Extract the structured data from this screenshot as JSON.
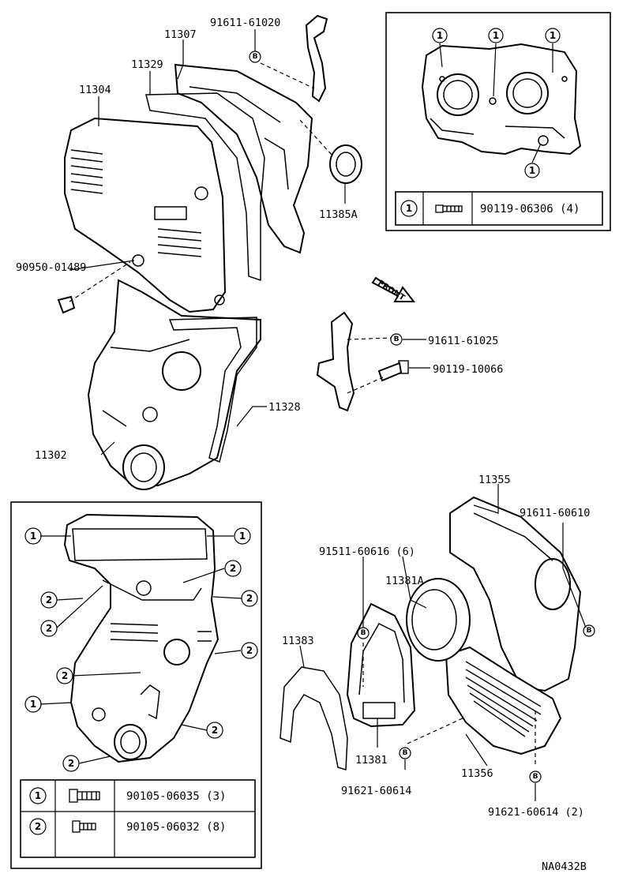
{
  "diagram_id": "NA0432B",
  "callouts": {
    "p11307": "11307",
    "p91611_61020": "91611-61020",
    "p11329": "11329",
    "p11304": "11304",
    "p11385A": "11385A",
    "p90950_01489": "90950-01489",
    "front": "FRONT",
    "p91611_61025": "91611-61025",
    "p90119_10066": "90119-10066",
    "p11328": "11328",
    "p11302": "11302",
    "p11355": "11355",
    "p91611_60610": "91611-60610",
    "p91511_60616": "91511-60616 (6)",
    "p11381A": "11381A",
    "p11383": "11383",
    "p11381": "11381",
    "p11356": "11356",
    "p91621_60614": "91621-60614",
    "p91621_60614_2": "91621-60614 (2)"
  },
  "markers": {
    "b": "B",
    "one": "1",
    "two": "2"
  },
  "legend_top": [
    {
      "key": "1",
      "part": "90119-06306 (4)"
    }
  ],
  "legend_bottom": [
    {
      "key": "1",
      "part": "90105-06035 (3)"
    },
    {
      "key": "2",
      "part": "90105-06032 (8)"
    }
  ]
}
